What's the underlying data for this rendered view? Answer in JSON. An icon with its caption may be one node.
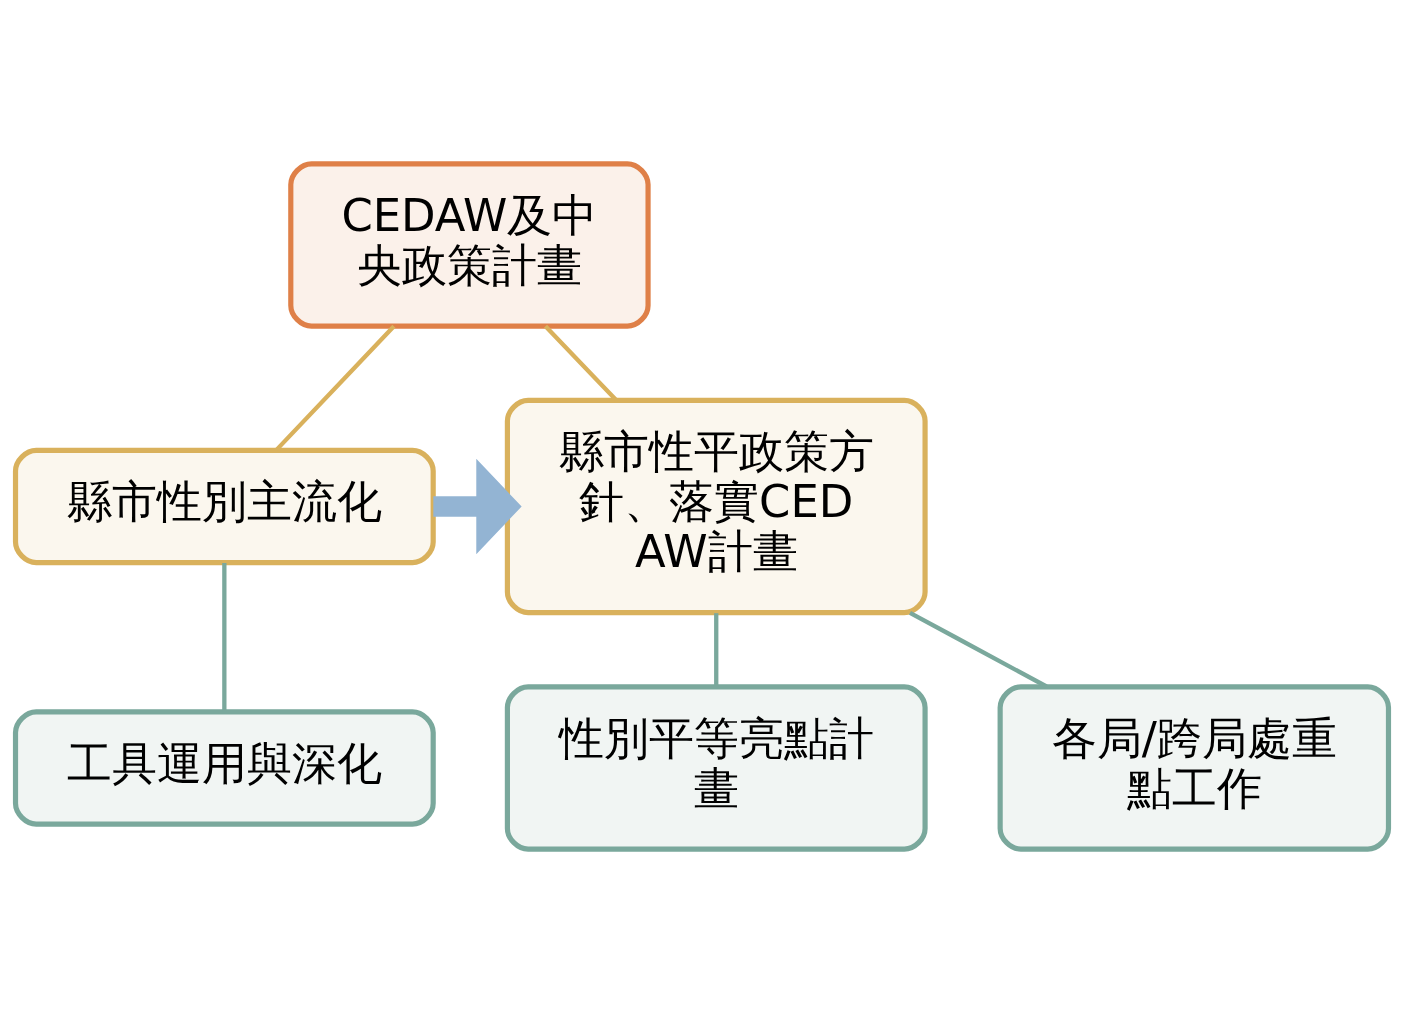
{
  "diagram": {
    "nodes": [
      {
        "text": [
          "CEDAW及中央政策計畫"
        ]
      },
      {
        "text": [
          "縣市性平政策方針、落實CEDAW計畫"
        ]
      },
      {
        "text": [
          "縣市性別主流化"
        ]
      },
      {
        "text": [
          "各局/跨局處重點工作"
        ]
      },
      {
        "text": [
          "性別平等亮點計畫"
        ]
      },
      {
        "text": [
          "工具運用與深化"
        ]
      }
    ],
    "edges": [
      {
        "from": 0,
        "to": 1,
        "arrow": "none",
        "color": "#d9b15c"
      },
      {
        "from": 0,
        "to": 2,
        "arrow": "none",
        "color": "#d9b15c"
      },
      {
        "from": 2,
        "to": 1,
        "arrow": "to",
        "style": "thick",
        "color": "#93b4d3"
      },
      {
        "from": 1,
        "to": 3,
        "arrow": "none",
        "color": "#7aa89c"
      },
      {
        "from": 1,
        "to": 4,
        "arrow": "none",
        "color": "#7aa89c"
      },
      {
        "from": 2,
        "to": 5,
        "arrow": "none",
        "color": "#7aa89c"
      }
    ]
  }
}
